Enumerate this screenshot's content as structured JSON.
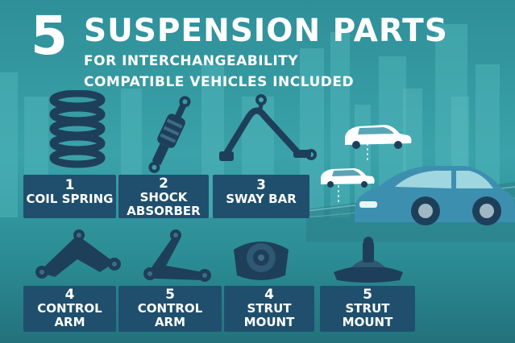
{
  "header": {
    "count": "5",
    "title": "SUSPENSION PARTS",
    "subtitle_line1": "FOR INTERCHANGEABILITY",
    "subtitle_line2": "COMPATIBLE VEHICLES INCLUDED"
  },
  "parts_row1": [
    {
      "number": "1",
      "name": "COIL SPRING",
      "icon": "coil-spring-icon"
    },
    {
      "number": "2",
      "name": "SHOCK ABSORBER",
      "icon": "shock-absorber-icon"
    },
    {
      "number": "3",
      "name": "SWAY BAR",
      "icon": "sway-bar-icon"
    }
  ],
  "parts_row2": [
    {
      "number": "4",
      "name": "CONTROL ARM",
      "icon": "control-arm-icon"
    },
    {
      "number": "5",
      "name": "CONTROL ARM",
      "icon": "control-arm-icon"
    },
    {
      "number": "4",
      "name": "STRUT MOUNT",
      "icon": "strut-mount-icon"
    },
    {
      "number": "5",
      "name": "STRUT MOUNT",
      "icon": "strut-mount-icon"
    }
  ],
  "colors": {
    "background": "#2f8f98",
    "label_box": "#1f4f6d",
    "part_dark": "#1e3f5a",
    "car": "#3d8fb0"
  }
}
